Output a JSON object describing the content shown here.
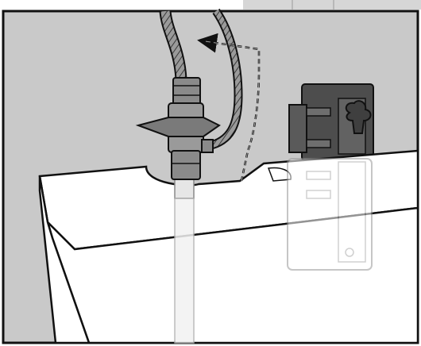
{
  "illustration": {
    "colors": {
      "wall": "#c9c9c9",
      "wall_dark": "#b7b7b7",
      "outline": "#111111",
      "metal": "#8a8a8a",
      "metal_light": "#bdbdbd",
      "metal_dark": "#5a5a5a",
      "bracket": "#4d4d4d",
      "tank": "#ffffff",
      "tube": "#e6e6e6"
    },
    "parts": [
      "braided-supply-hose",
      "water-supply-hose",
      "shutoff-valve",
      "valve-handle",
      "supply-pipe",
      "fill-valve-bracket",
      "toilet-tank",
      "routing-arrow"
    ]
  }
}
